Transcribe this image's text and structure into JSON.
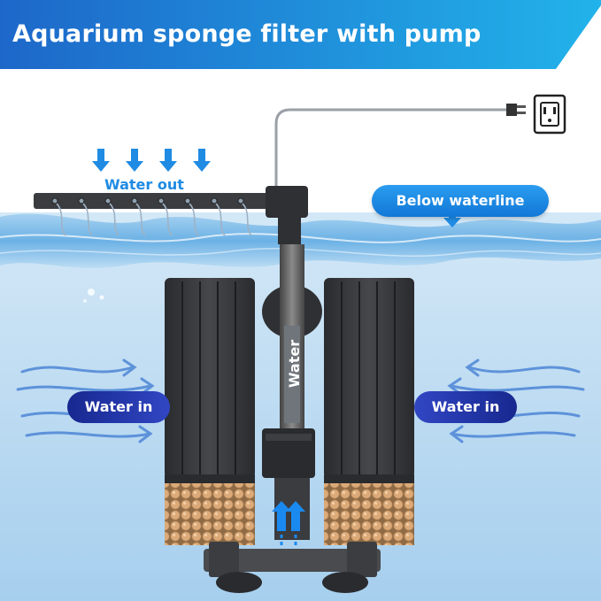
{
  "title": "Aquarium sponge filter with pump",
  "labels": {
    "water_out": "Water out",
    "below_waterline": "Below waterline",
    "water_in_left": "Water in",
    "water_in_right": "Water in",
    "water_tube": "Water"
  },
  "icons": [
    "power-outlet-icon",
    "plug-icon",
    "down-arrow-icon",
    "up-arrow-icon",
    "inflow-arrow-icon"
  ],
  "colors": {
    "banner_start": "#1d67c9",
    "banner_end": "#22b3ea",
    "accent_blue": "#1f8be3",
    "pill_dark": "#1f2f9e",
    "sponge": "#3a3b3e",
    "ceramic_balls": "#d8a774",
    "water": "#c7e1f4"
  }
}
